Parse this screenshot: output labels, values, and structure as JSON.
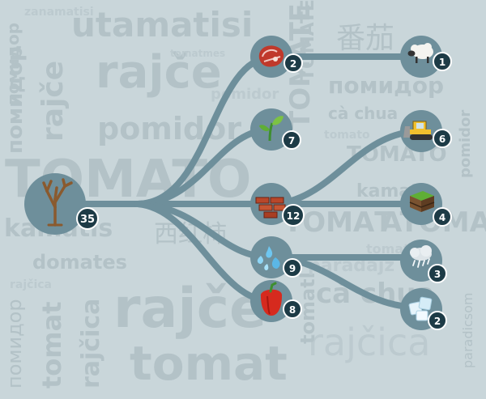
{
  "background_words": [
    "utamatisi",
    "rajče",
    "помидор",
    "rajče",
    "pomidor",
    "TOMATO",
    "TOMATE",
    "помидор",
    "cà chua",
    "TOMATO",
    "pomidor",
    "kamatis",
    "kamatis",
    "ТОМАТ",
    "ATOMATA",
    "domates",
    "番茄",
    "西红柿",
    "tomat",
    "rajčica",
    "rajče",
    "tomat",
    "rajčica",
    "paradicsom",
    "помидор",
    "cà chua",
    "tomatl",
    "rajčica",
    "paradajz",
    "tomates",
    "помидор",
    "pomidor",
    "tomato",
    "TOMATE",
    "tomatmes",
    "zanamatisi"
  ],
  "root": {
    "name": "tree-root-node",
    "icon": "bare-tree-icon",
    "count": "35"
  },
  "branches": [
    {
      "name": "meat-node",
      "icon": "meat-icon",
      "count": "2",
      "children": [
        {
          "name": "sheep-node",
          "icon": "sheep-icon",
          "count": "1"
        }
      ]
    },
    {
      "name": "sprout-node",
      "icon": "sprout-icon",
      "count": "7",
      "children": []
    },
    {
      "name": "bricks-node",
      "icon": "bricks-icon",
      "count": "12",
      "children": [
        {
          "name": "bulldozer-node",
          "icon": "bulldozer-icon",
          "count": "6"
        },
        {
          "name": "soil-node",
          "icon": "soil-layers-icon",
          "count": "4"
        }
      ]
    },
    {
      "name": "water-node",
      "icon": "water-drops-icon",
      "count": "9",
      "children": [
        {
          "name": "rain-cloud-node",
          "icon": "rain-cloud-icon",
          "count": "3"
        },
        {
          "name": "ice-node",
          "icon": "ice-cubes-icon",
          "count": "2"
        }
      ]
    },
    {
      "name": "pepper-node",
      "icon": "bell-pepper-icon",
      "count": "8",
      "children": []
    }
  ],
  "colors": {
    "background": "#c9d6da",
    "branch": "#6e8f9b",
    "node": "#6e8f9b",
    "badge": "#1d3b46",
    "word": "#b3c2c7"
  }
}
